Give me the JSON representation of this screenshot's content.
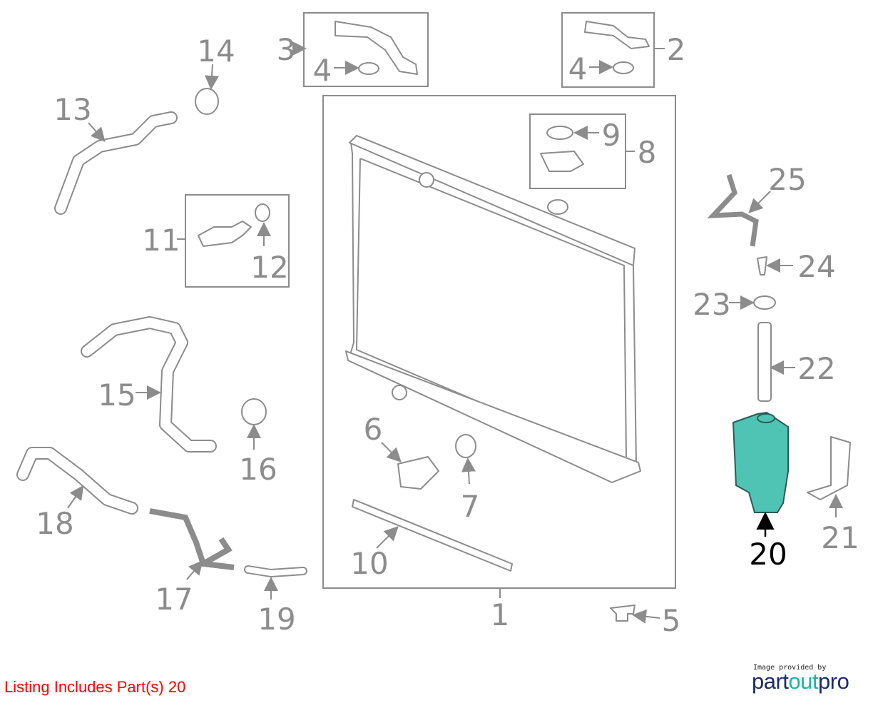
{
  "diagram": {
    "callouts": {
      "p1": "1",
      "p2": "2",
      "p3": "3",
      "p4a": "4",
      "p4b": "4",
      "p5": "5",
      "p6": "6",
      "p7": "7",
      "p8": "8",
      "p9": "9",
      "p10": "10",
      "p11": "11",
      "p12": "12",
      "p13": "13",
      "p14": "14",
      "p15": "15",
      "p16": "16",
      "p17": "17",
      "p18": "18",
      "p19": "19",
      "p20": "20",
      "p21": "21",
      "p22": "22",
      "p23": "23",
      "p24": "24",
      "p25": "25"
    },
    "highlight_color": "#4fc4b4",
    "highlighted_part": "20"
  },
  "footer": {
    "listing": "Listing Includes Part(s) 20",
    "credit": "Image provided by",
    "brand_a": "part",
    "brand_b": "out",
    "brand_c": "pro"
  }
}
